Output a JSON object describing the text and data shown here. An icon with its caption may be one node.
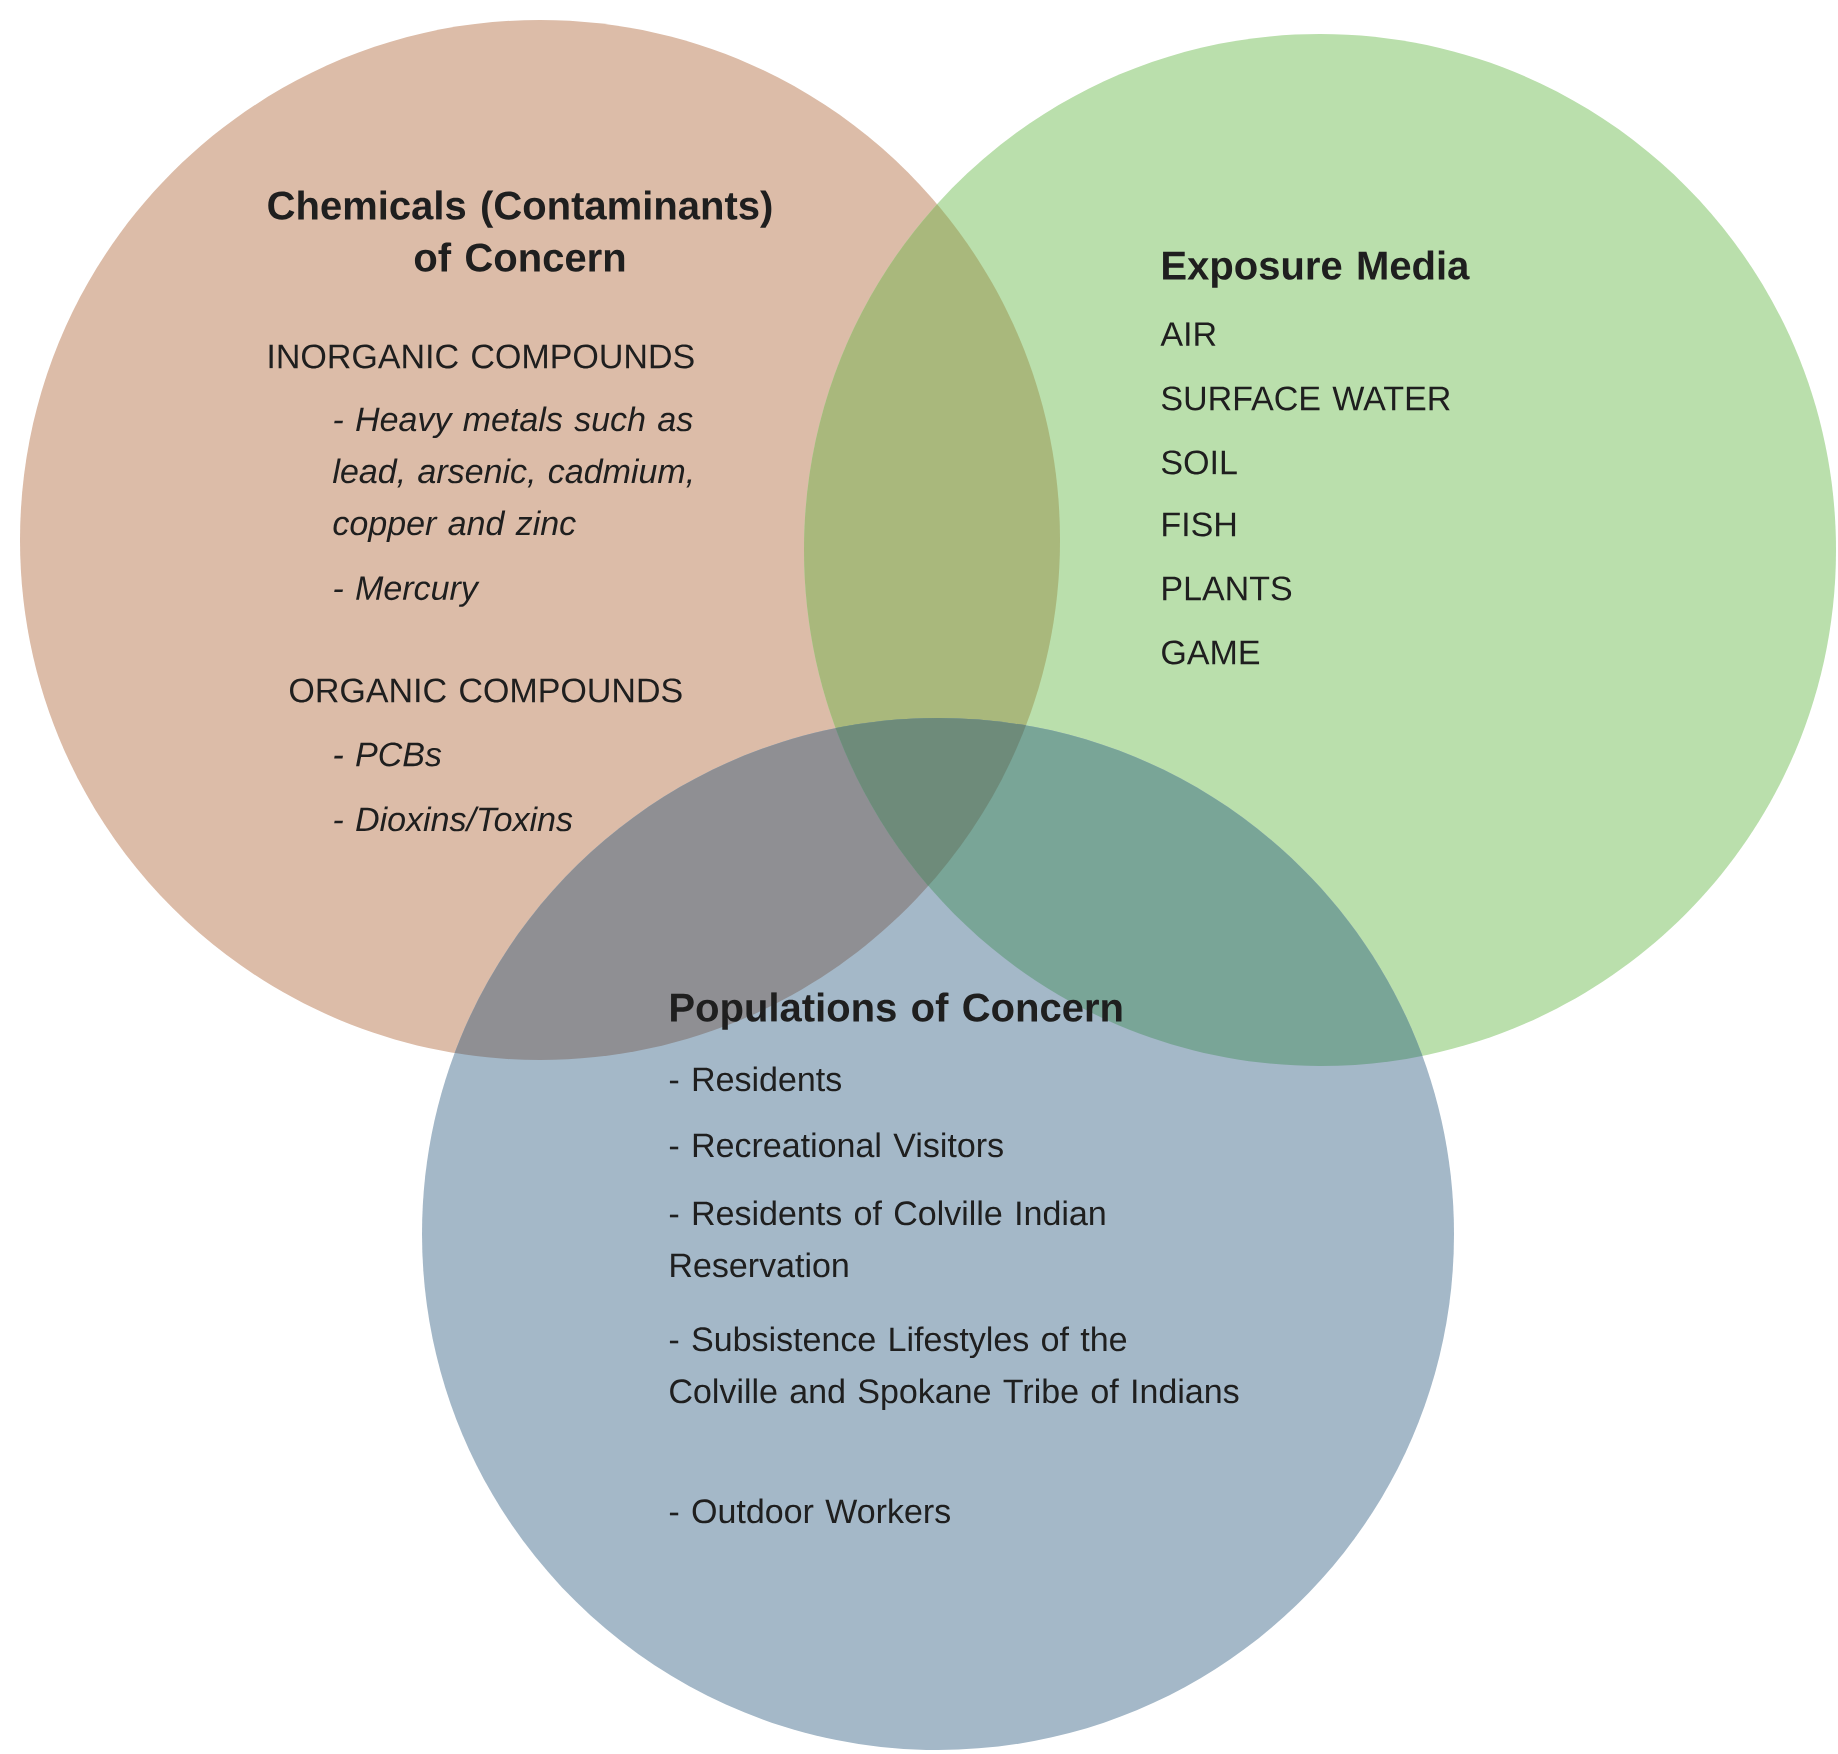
{
  "diagram": {
    "nodes": [
      {
        "text": [
          "Chemicals (Contaminants) of Concern",
          "INORGANIC COMPOUNDS",
          "- Heavy metals such as lead, arsenic, cadmium, copper and zinc",
          "- Mercury",
          "ORGANIC COMPOUNDS",
          "- PCBs",
          "- Dioxins/Toxins"
        ]
      },
      {
        "text": [
          "Exposure Media",
          "AIR",
          "SURFACE WATER",
          "SOIL",
          "FISH",
          "PLANTS",
          "GAME"
        ]
      },
      {
        "text": [
          "Populations of Concern",
          "- Residents",
          "- Recreational Visitors",
          "- Residents of Colville Indian Reservation",
          "- Subsistence Lifestyles of the Colville and Spokane Tribe of Indians",
          "- Outdoor Workers"
        ]
      }
    ]
  }
}
